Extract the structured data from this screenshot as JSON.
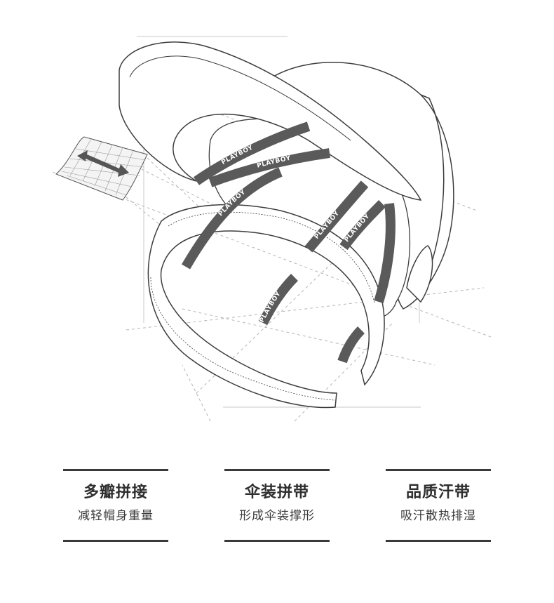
{
  "brand_label": "PLAYBOY",
  "features": [
    {
      "title": "多瓣拼接",
      "subtitle": "减轻帽身重量"
    },
    {
      "title": "伞装拼带",
      "subtitle": "形成伞装撑形"
    },
    {
      "title": "品质汗带",
      "subtitle": "吸汗散热排湿"
    }
  ],
  "colors": {
    "line": "#3d3d3d",
    "band": "#5a5a5a",
    "guide": "#b5b5b5",
    "rule": "#3a3a3a"
  },
  "icons": [
    "mesh-fabric-icon",
    "double-arrow-icon",
    "rabbit-logo-icon"
  ]
}
